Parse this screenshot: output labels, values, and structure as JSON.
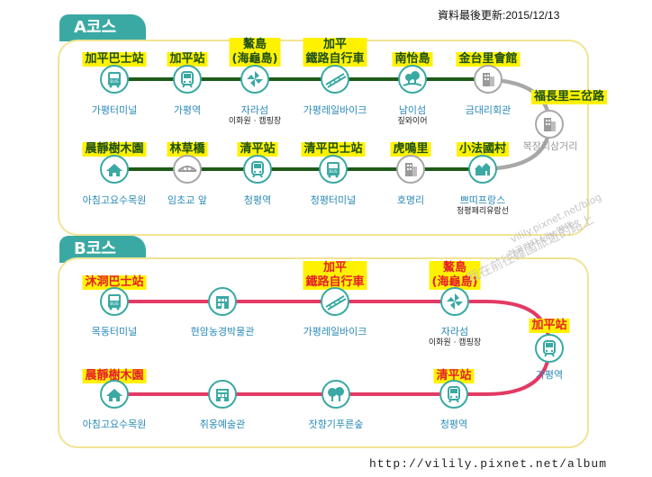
{
  "updated": "資料最後更新:2015/12/13",
  "footer_url": "http://vilily.pixnet.net/album",
  "watermarks": {
    "url": "vilily.pixnet.net/blog",
    "chinese": "我在前往韓國旅遊的路上",
    "korean": "한국가자  Lily 영해"
  },
  "colors": {
    "route_a": "#1f5c1a",
    "route_b": "#e23a64",
    "tab": "#3aa9a3",
    "box_border": "#f1e493",
    "label_bg": "#fff200"
  },
  "course_a": {
    "tab": "A코스",
    "stops": [
      {
        "label": "加平巴士站",
        "kor": "가평터미널",
        "icon": "bus-icon"
      },
      {
        "label": "加平站",
        "kor": "가평역",
        "icon": "train-icon"
      },
      {
        "label1": "鰲島",
        "label2": "(海龜島)",
        "kor": "자라섬",
        "kor_sub": "이화원 · 캠핑장",
        "icon": "pinwheel-icon"
      },
      {
        "label1": "加平",
        "label2": "鐵路自行車",
        "kor": "가평레일바이크",
        "icon": "rail-bike-icon"
      },
      {
        "label": "南怡島",
        "kor": "남이섬",
        "kor_sub": "짚와이어",
        "icon": "island-icon"
      },
      {
        "label": "金台里會館",
        "kor": "금대리회관",
        "icon": "building-icon"
      },
      {
        "label": "福長里三岔路",
        "kor": "복장리삼거리",
        "icon": "building-icon"
      },
      {
        "label": "晨靜樹木園",
        "kor": "아침고요수목원",
        "icon": "garden-icon"
      },
      {
        "label": "林草橋",
        "kor": "임초교 앞",
        "icon": "bridge-icon"
      },
      {
        "label": "清平站",
        "kor": "청평역",
        "icon": "train-icon"
      },
      {
        "label": "清平巴士站",
        "kor": "청평터미널",
        "icon": "bus-icon"
      },
      {
        "label": "虎鳴里",
        "kor": "호명리",
        "icon": "building-icon"
      },
      {
        "label": "小法國村",
        "kor": "쁘띠프랑스",
        "kor_sub": "청평페리유람선",
        "icon": "village-icon"
      }
    ]
  },
  "course_b": {
    "tab": "B코스",
    "stops": [
      {
        "label": "沐洞巴士站",
        "kor": "목동터미널",
        "icon": "bus-icon"
      },
      {
        "label": "",
        "kor": "현암농경박물관",
        "icon": "museum-icon"
      },
      {
        "label1": "加平",
        "label2": "鐵路自行車",
        "kor": "가평레일바이크",
        "icon": "rail-bike-icon"
      },
      {
        "label1": "鰲島",
        "label2": "(海龜島)",
        "kor": "자라섬",
        "kor_sub": "이화원 · 캠핑장",
        "icon": "pinwheel-icon"
      },
      {
        "label": "加平站",
        "kor": "가평역",
        "icon": "train-icon"
      },
      {
        "label": "晨靜樹木園",
        "kor": "아침고요수목원",
        "icon": "garden-icon"
      },
      {
        "label": "",
        "kor": "취옹예술관",
        "icon": "art-hall-icon"
      },
      {
        "label": "",
        "kor": "잣향기푸른숲",
        "icon": "forest-icon"
      },
      {
        "label": "清平站",
        "kor": "청평역",
        "icon": "train-icon"
      }
    ]
  }
}
